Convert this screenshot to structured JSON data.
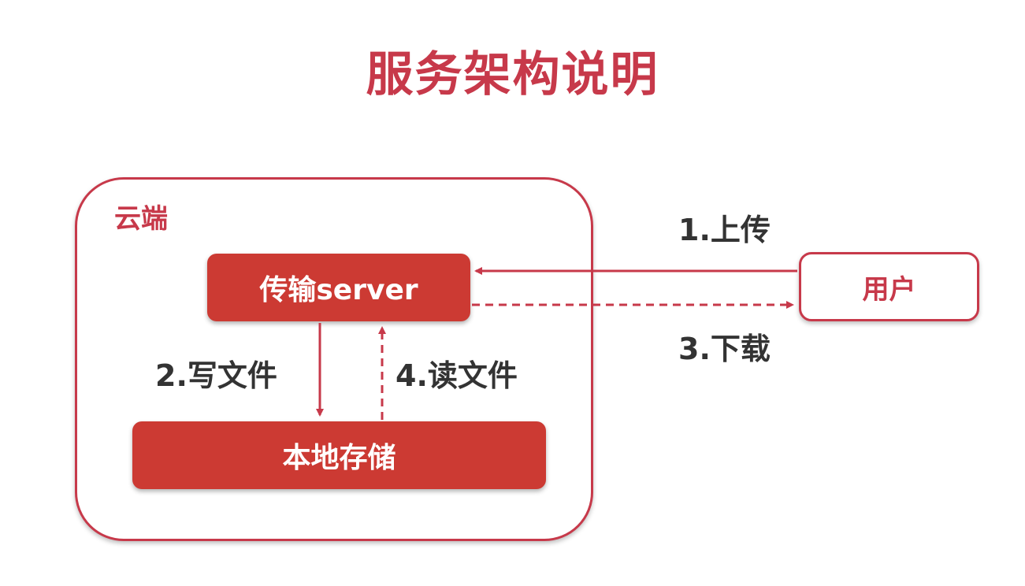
{
  "title": "服务架构说明",
  "cloud": {
    "label": "云端",
    "server_label": "传输server",
    "storage_label": "本地存储"
  },
  "user": {
    "label": "用户"
  },
  "steps": {
    "upload": "1.上传",
    "write": "2.写文件",
    "download": "3.下载",
    "read": "4.读文件"
  },
  "colors": {
    "accent": "#c7394a",
    "block_fill": "#cc3a33",
    "text_dark": "#333333"
  }
}
